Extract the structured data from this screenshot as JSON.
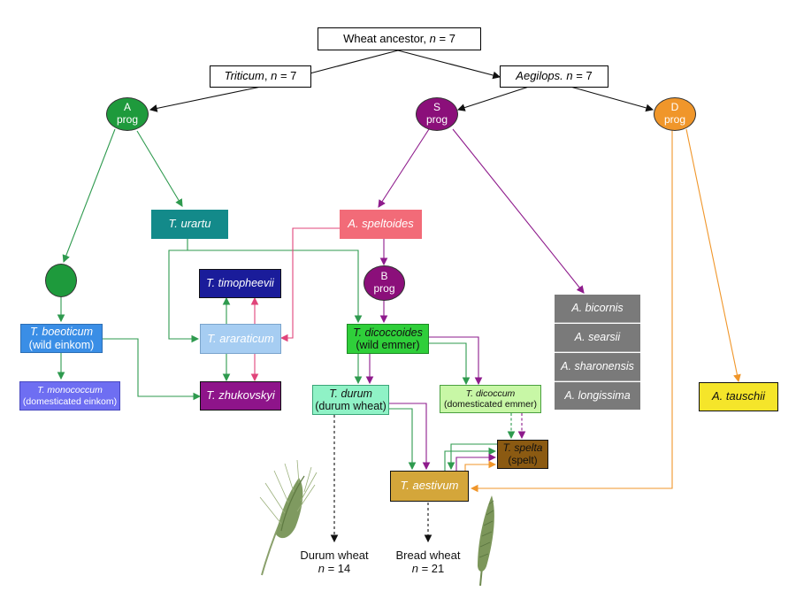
{
  "root": {
    "name": "Wheat ancestor",
    "n": "n",
    "eq": " = 7"
  },
  "triticum": {
    "name": "Triticum",
    "n": "n",
    "eq": " = 7"
  },
  "aegilops": {
    "name": "Aegilops.",
    "n": "n",
    "eq": " = 7"
  },
  "progenitors": {
    "a": {
      "line1": "A",
      "line2": "prog",
      "color": "#1e9a3c"
    },
    "s": {
      "line1": "S",
      "line2": "prog",
      "color": "#8b0f7a"
    },
    "d": {
      "line1": "D",
      "line2": "prog",
      "color": "#f0962a"
    },
    "b": {
      "line1": "B",
      "line2": "prog",
      "color": "#8b0f7a"
    }
  },
  "species": {
    "urartu": {
      "name": "T. urartu"
    },
    "speltoides": {
      "name": "A. speltoides"
    },
    "timopheevii": {
      "name": "T. timopheevii"
    },
    "ararat": {
      "name": "T. araraticum"
    },
    "zhukovskyi": {
      "name": "T. zhukovskyi"
    },
    "boeoticum": {
      "name": "T. boeoticum",
      "common": "(wild einkom)"
    },
    "monococcum": {
      "name": "T. monococcum",
      "common": "(domesticated einkom)"
    },
    "dicoccoides": {
      "name": "T. dicoccoides",
      "common": "(wild emmer)"
    },
    "durum": {
      "name": "T. durum",
      "common": "(durum wheat)"
    },
    "dicoccum": {
      "name": "T. dicoccum",
      "common": "(domesticated emmer)"
    },
    "spelta": {
      "name": "T. spelta",
      "common": "(spelt)"
    },
    "aestivum": {
      "name": "T. aestivum"
    },
    "tauschii": {
      "name": "A. tauschii"
    }
  },
  "aegilops_group": [
    "A. bicornis",
    "A. searsii",
    "A. sharonensis",
    "A. longissima"
  ],
  "outputs": {
    "durum": {
      "label": "Durum wheat",
      "n": "n",
      "eq": " = 14"
    },
    "bread": {
      "label": "Bread wheat",
      "n": "n",
      "eq": " = 21"
    }
  },
  "colors": {
    "green": "#2e9a4e",
    "magenta": "#8e1b8c",
    "pink": "#e0447a",
    "orange": "#f0962a",
    "black": "#111111"
  }
}
